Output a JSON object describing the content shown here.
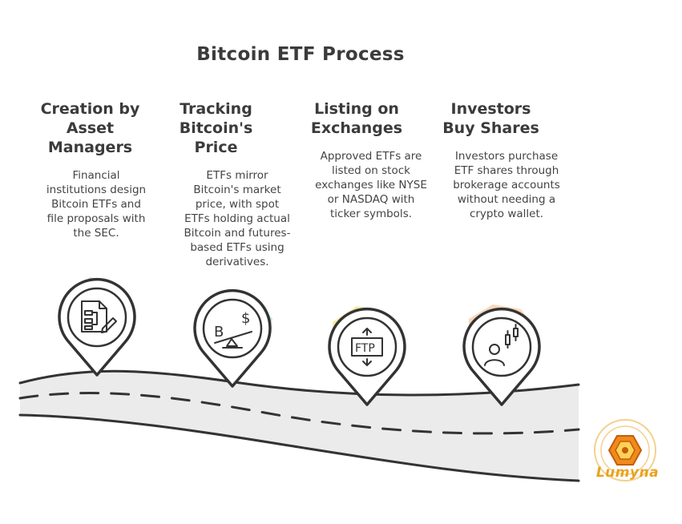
{
  "title": "Bitcoin ETF Process",
  "steps": [
    {
      "title_lines": [
        "Creation by",
        "Asset",
        "Managers"
      ],
      "desc_lines": [
        "Financial",
        "institutions design",
        "Bitcoin ETFs and",
        "file proposals with",
        "the SEC."
      ],
      "icon": "document-flowchart-icon",
      "accent": "#bcd7f3"
    },
    {
      "title_lines": [
        "Tracking",
        "Bitcoin's",
        "Price"
      ],
      "desc_lines": [
        "ETFs mirror",
        "Bitcoin's market",
        "price, with spot",
        "ETFs holding actual",
        "Bitcoin and futures-",
        "based ETFs using",
        "derivatives."
      ],
      "icon": "bitcoin-dollar-seesaw-icon",
      "accent": "#bde9d0"
    },
    {
      "title_lines": [
        "Listing on",
        "Exchanges"
      ],
      "desc_lines": [
        "Approved ETFs are",
        "listed on stock",
        "exchanges like NYSE",
        "or NASDAQ with",
        "ticker symbols."
      ],
      "icon": "ftp-transfer-icon",
      "accent": "#f8e79c"
    },
    {
      "title_lines": [
        "Investors",
        "Buy Shares"
      ],
      "desc_lines": [
        "Investors purchase",
        "ETF shares through",
        "brokerage accounts",
        "without needing a",
        "crypto wallet."
      ],
      "icon": "investor-candlestick-icon",
      "accent": "#f7d3b3"
    }
  ],
  "logo": {
    "text": "Lumyna",
    "color": "#e9a21d"
  },
  "colors": {
    "road": "#ebebeb",
    "outline": "#333333"
  }
}
